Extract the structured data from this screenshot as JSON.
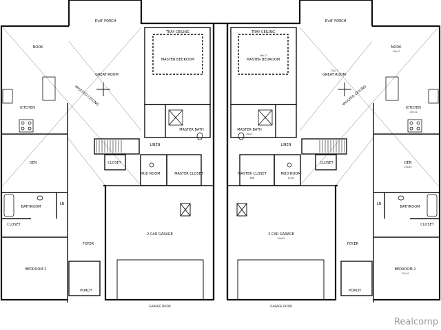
{
  "plan": {
    "rooms_left": {
      "porch_top": "8'x8' PORCH",
      "nook": "NOOK",
      "great_room": "GREAT ROOM",
      "kitchen": "KITCHEN",
      "master_bedroom": "MASTER BEDROOM",
      "tray_ceiling": "TRAY CEILING",
      "vaulted_ceiling": "VAULTED CEILING",
      "den": "DEN",
      "master_bath": "MASTER BATH",
      "linen": "LINEN",
      "closet": "CLOSET",
      "mud_room": "MUD ROOM",
      "master_closet": "MASTER CLOSET",
      "bathroom": "BATHROOM",
      "ln": "LN",
      "closet_2": "CLOSET",
      "garage": "2 CAR GARAGE",
      "foyer": "FOYER",
      "bedroom2": "BEDROOM 2",
      "porch_bottom": "PORCH",
      "garage_door": "GARAGE DOOR"
    },
    "rooms_right": {
      "porch_top": "8'x8' PORCH",
      "nook": "NOOK",
      "nook_dim": "10x10",
      "great_room": "GREAT ROOM",
      "great_room_dim": "13x17",
      "kitchen": "KITCHEN",
      "kitchen_dim": "13x12",
      "master_bedroom": "MASTER BEDROOM",
      "master_bedroom_dim": "16x13",
      "tray_ceiling": "TRAY CEILING",
      "vaulted_ceiling": "VAULTED CEILING",
      "den": "DEN",
      "den_dim": "10x10",
      "master_bath": "MASTER BATH",
      "master_bath_dim": "8x12",
      "linen": "LINEN",
      "closet": "CLOSET",
      "mud_room": "MUD ROOM",
      "mud_room_dim": "11x6",
      "master_closet": "MASTER CLOSET",
      "master_closet_dim": "6x8",
      "bathroom": "BATHROOM",
      "ln": "LN",
      "closet_2": "CLOSET",
      "garage": "2 CAR GARAGE",
      "garage_dim": "20x20",
      "foyer": "FOYER",
      "bedroom2": "BEDROOM 2",
      "bedroom2_dim": "12x10",
      "porch_bottom": "PORCH",
      "garage_door": "GARAGE DOOR"
    },
    "watermark": "Realcomp"
  }
}
